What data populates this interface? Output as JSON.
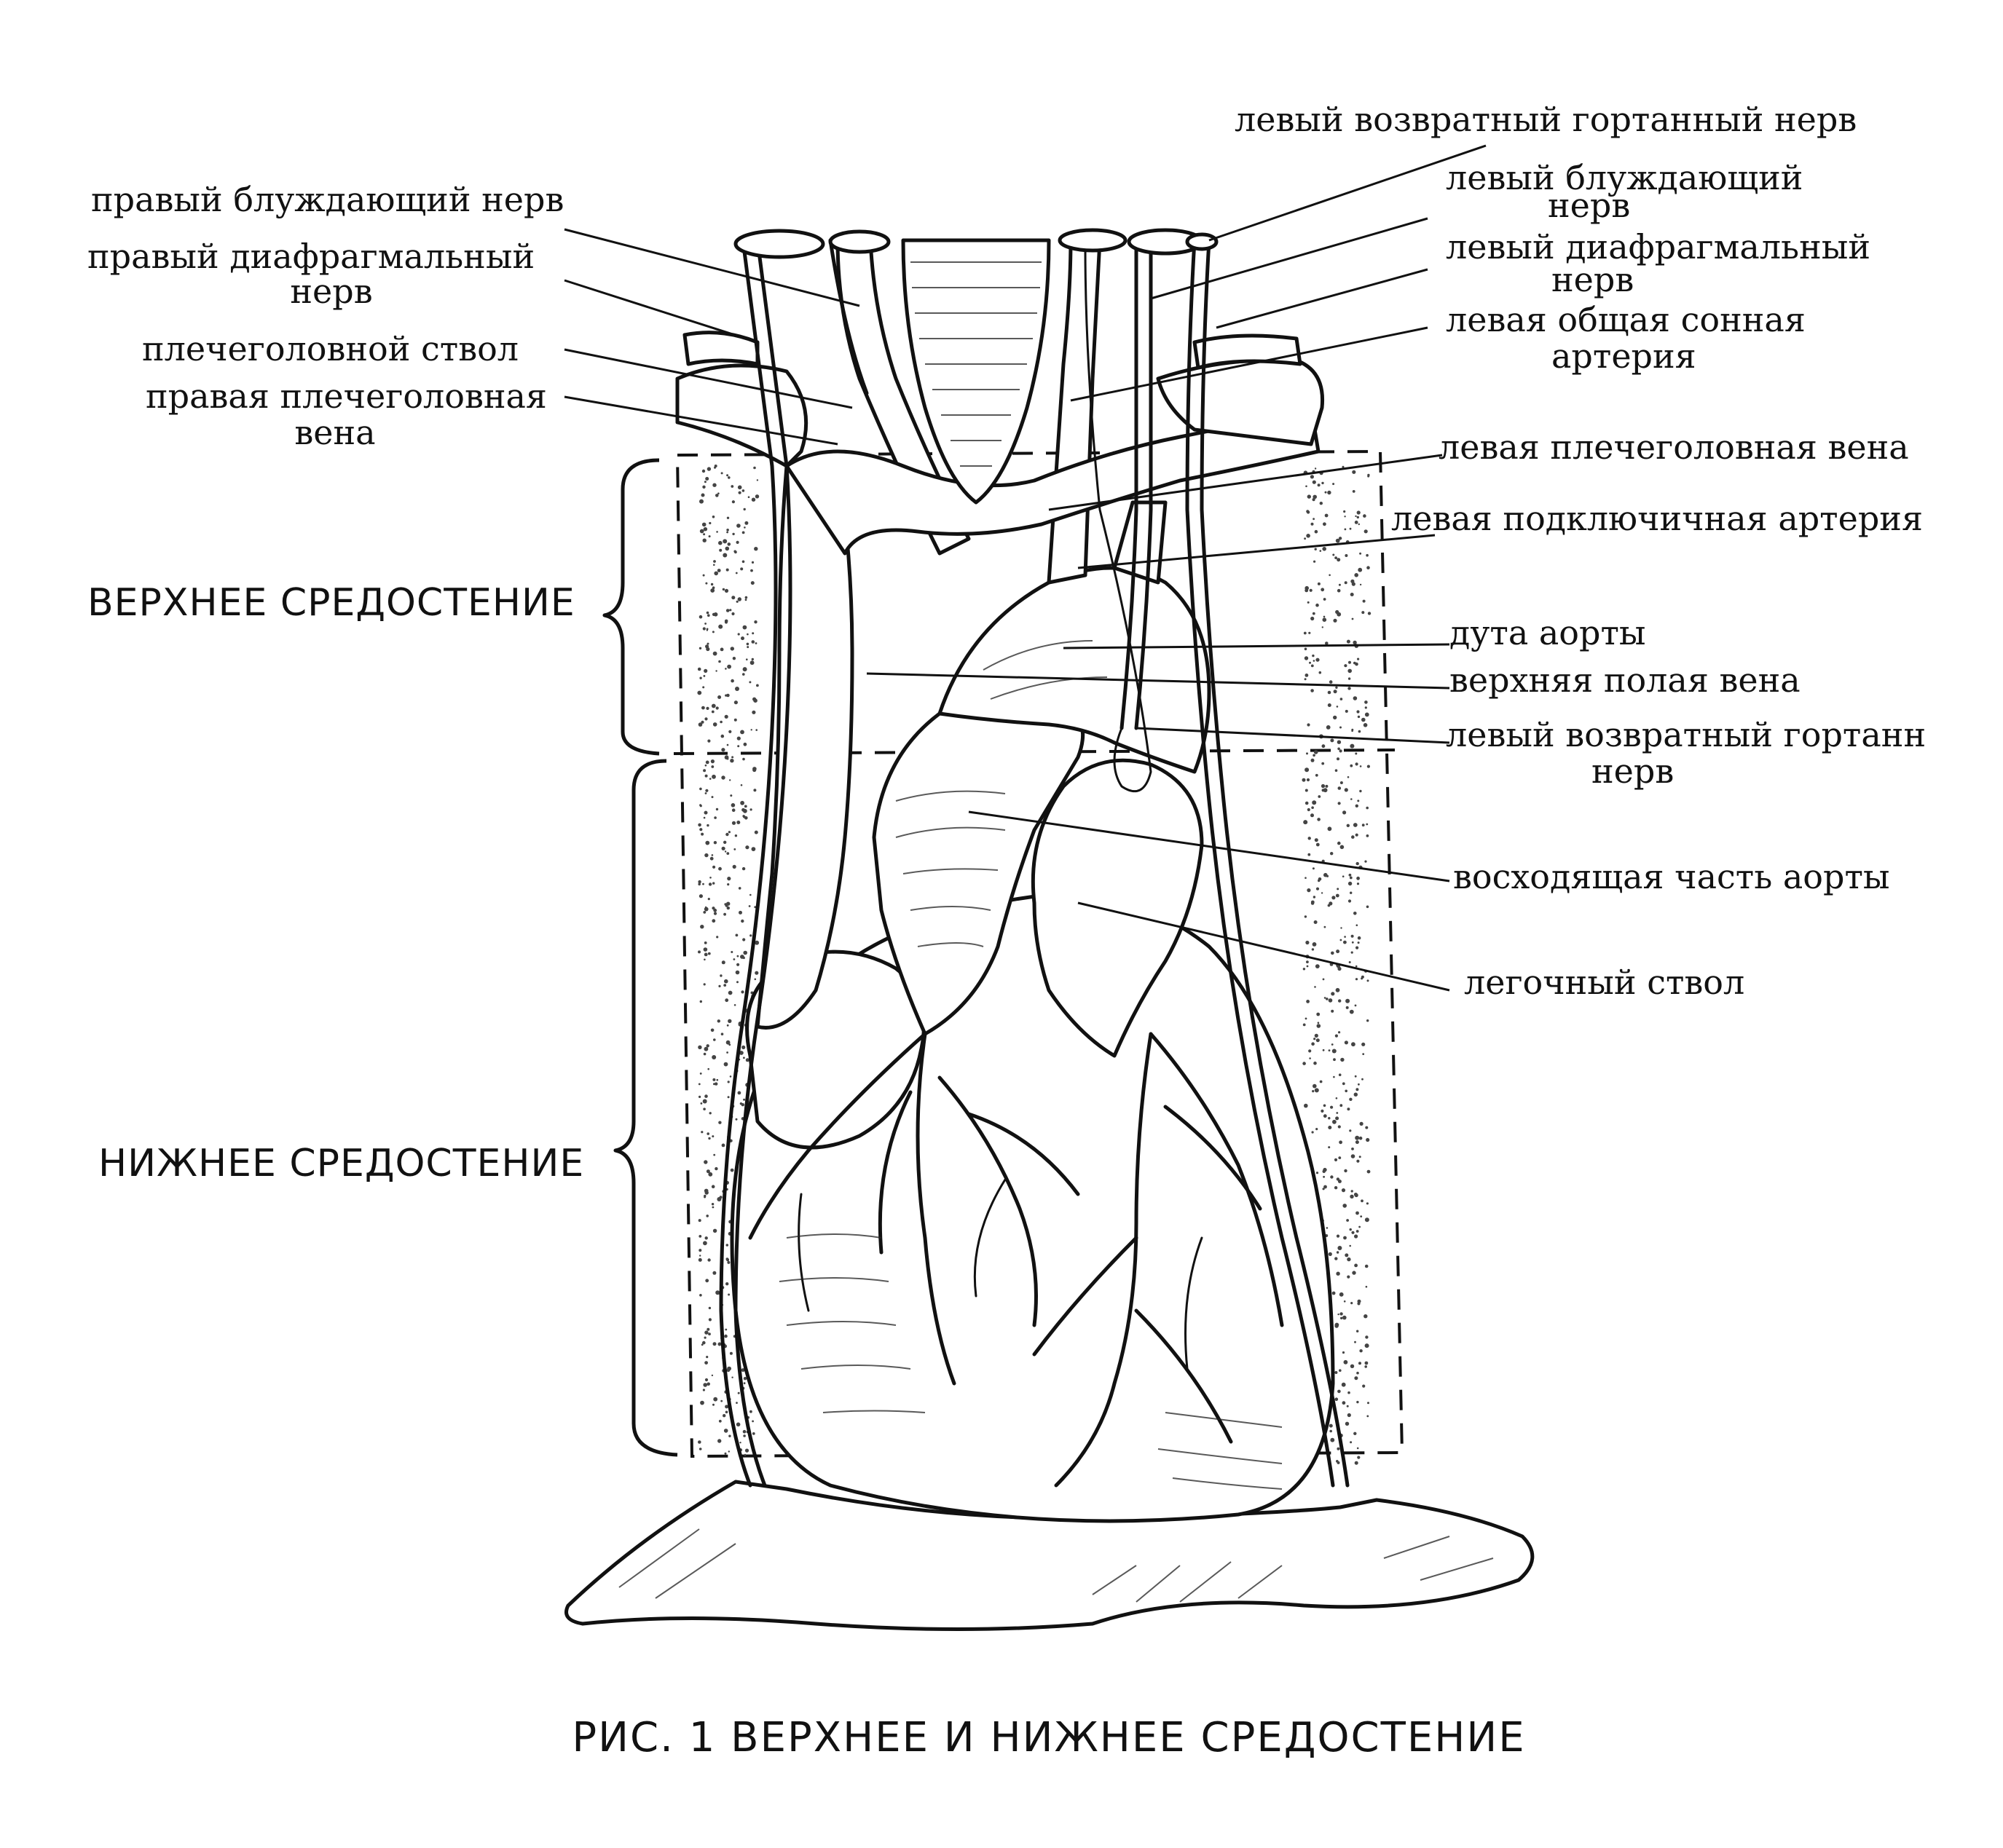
{
  "labels": {
    "left_recurrent_laryngeal_top": "левый возвратный гортанный нерв",
    "right_vagus": "правый блуждающий нерв",
    "left_vagus_l1": "левый блуждающий",
    "left_vagus_l2": "нерв",
    "right_phrenic_l1": "правый диафрагмальный",
    "right_phrenic_l2": "нерв",
    "left_phrenic_l1": "левый диафрагмальный",
    "left_phrenic_l2": "нерв",
    "brachiocephalic_trunk": "плечеголовной ствол",
    "left_common_carotid_l1": "левая общая сонная",
    "left_common_carotid_l2": "артерия",
    "right_brachiocephalic_vein_l1": "правая плечеголовная",
    "right_brachiocephalic_vein_l2": "вена",
    "left_brachiocephalic_vein": "левая плечеголовная вена",
    "left_subclavian_artery": "левая подключичная артерия",
    "aortic_arch": "дута аорты",
    "superior_vena_cava": "верхняя полая вена",
    "left_recurrent_laryngeal_bottom_l1": "левый возвратный гортанн",
    "left_recurrent_laryngeal_bottom_l2": "нерв",
    "ascending_aorta": "восходящая часть аорты",
    "pulmonary_trunk": "легочный ствол"
  },
  "sections": {
    "superior": "ВЕРХНЕЕ СРЕДОСТЕНИЕ",
    "inferior": "НИЖНЕЕ СРЕДОСТЕНИЕ"
  },
  "caption": "РИС. 1 ВЕРХНЕЕ И НИЖНЕЕ СРЕДОСТЕНИЕ"
}
